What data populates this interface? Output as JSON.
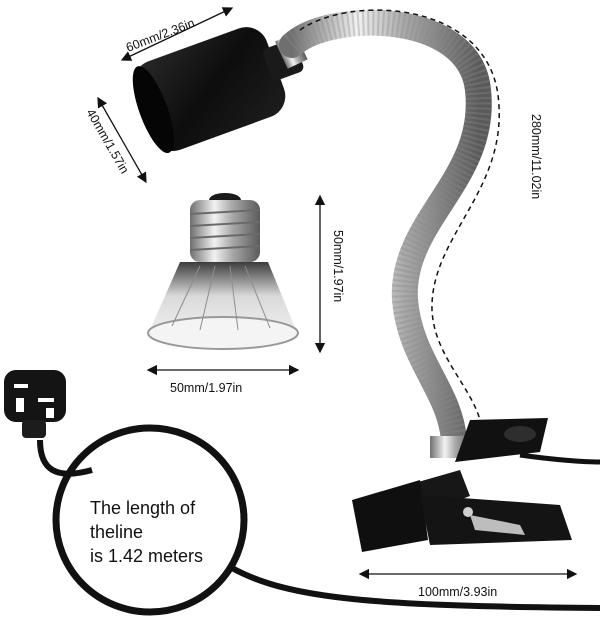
{
  "dimensions": {
    "holder_length": "60mm/2.36in",
    "holder_diameter": "40mm/1.57in",
    "bulb_height": "50mm/1.97in",
    "bulb_width": "50mm/1.97in",
    "gooseneck_length": "280mm/11.02in",
    "clamp_width": "100mm/3.93in"
  },
  "cord_caption": {
    "line1": "The length of",
    "line2": "theline",
    "line3": "is 1.42 meters"
  },
  "colors": {
    "background": "#ffffff",
    "lamp_body": "#111111",
    "metal": "#b8b8b8",
    "text": "#111111"
  },
  "icons": [
    "uk-plug-icon",
    "bulb-icon",
    "lamp-holder-icon",
    "clamp-icon"
  ]
}
